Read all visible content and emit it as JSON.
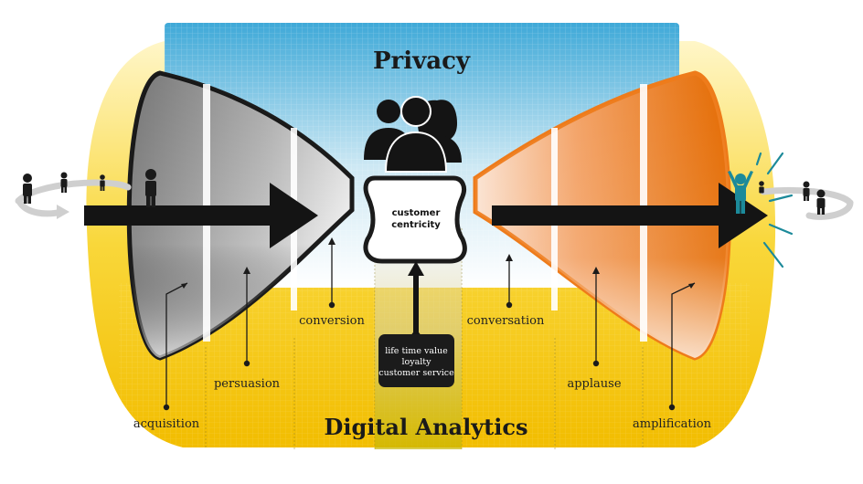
{
  "diagram": {
    "top_title": "Privacy",
    "bottom_title": "Digital Analytics",
    "center_label_line1": "customer",
    "center_label_line2": "centricity",
    "center_box": [
      "life time value",
      "loyalty",
      "customer service"
    ],
    "left_stages": [
      "acquisition",
      "persuasion",
      "conversion"
    ],
    "right_stages": [
      "conversation",
      "applause",
      "amplification"
    ]
  },
  "colors": {
    "sky_top": "#3fa9d8",
    "sky_bottom": "#ffffff",
    "yellow": "#f5c400",
    "orange": "#ee7b1a",
    "gray": "#8c8c8c",
    "dark": "#1b1b1b",
    "teal": "#1c8a9a"
  },
  "icons": {
    "people_group": "people-group-icon",
    "person": "person-icon",
    "cheering_person": "cheering-person-icon"
  }
}
